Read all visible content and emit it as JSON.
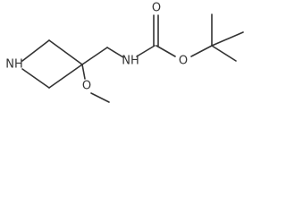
{
  "molecule": {
    "atoms": {
      "azetidine_nh": "NH",
      "methoxy_o": "O",
      "methyl_c": "",
      "amide_nh": "NH",
      "carbonyl_o": "O",
      "ester_o": "O"
    }
  }
}
